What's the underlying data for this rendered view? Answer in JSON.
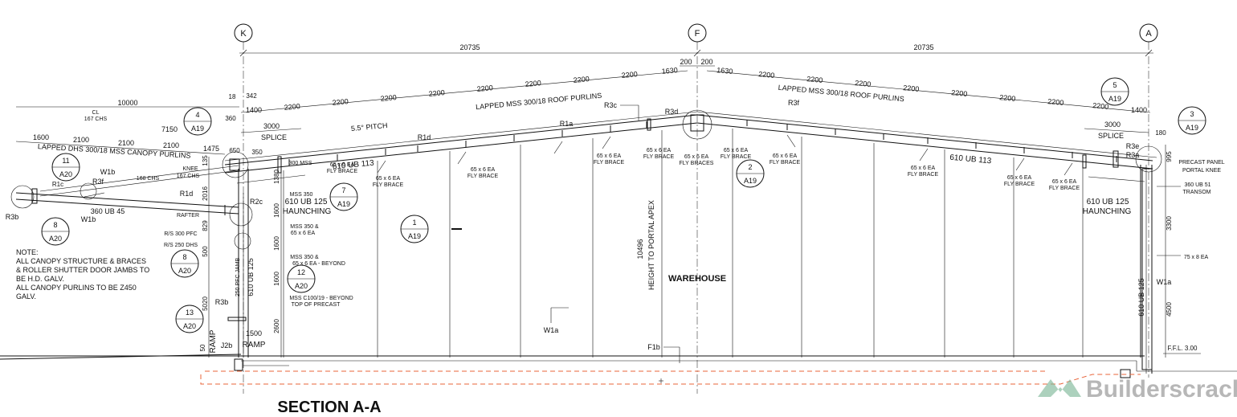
{
  "grids": [
    "K",
    "F",
    "A"
  ],
  "dimensions": {
    "span_left": "20735",
    "span_right": "20735",
    "apex_left": "200",
    "apex_right": "200",
    "canopy": "10000",
    "purlin_spacing": "2200",
    "end_left": "1630",
    "end_right": "1630",
    "d1400_left": "1400",
    "d1400_right": "1400",
    "d18": "18",
    "d342": "342",
    "d360": "360",
    "d3000_left": "3000",
    "d3000_right": "3000",
    "d7150": "7150",
    "d1600_top": "1600",
    "d2100": "2100",
    "d1475": "1475",
    "d650": "650",
    "d350": "350",
    "d135": "135",
    "d1380": "1380",
    "d2016": "2016",
    "d829": "829",
    "d500": "500",
    "d1600_a": "1600",
    "d1600_b": "1600",
    "d1600_c": "1600",
    "d5020": "5020",
    "d50": "50",
    "d1500": "1500",
    "d2600": "2600",
    "d180": "180",
    "d995": "995",
    "d3300": "3300",
    "d4500": "4500",
    "d10496": "10496"
  },
  "labels": {
    "cl": "CL",
    "chs167": "167 CHS",
    "chs168": "168 CHS",
    "chs167b": "167 CHS",
    "purlins_left": "LAPPED MSS 300/18 ROOF PURLINS",
    "purlins_right": "LAPPED MSS 300/18 ROOF PURLINS",
    "canopy_purlins": "LAPPED DHS 300/18 MSS CANOPY PURLINS",
    "splice_left": "SPLICE",
    "splice_right": "SPLICE",
    "pitch": "5.5° PITCH",
    "ub113_left": "610 UB 113",
    "ub113_right": "610 UB 113",
    "ub45": "360 UB 45",
    "haunch_left_1": "610 UB 125",
    "haunch_left_2": "HAUNCHING",
    "haunch_right_1": "610 UB 125",
    "haunch_right_2": "HAUNCHING",
    "knee": "KNEE",
    "rafter": "RAFTER",
    "mss300": "300 MSS",
    "mss350": "MSS 350",
    "mss350b_1": "MSS 350 &",
    "mss350b_2": "65 x 6 EA",
    "mss350c_1": "MSS 350 &",
    "mss350c_2": "65 x 6 EA - BEYOND",
    "mssc_1": "MSS C100/19 - BEYOND",
    "mssc_2": "TOP OF PRECAST",
    "rs300": "R/S 300 PFC",
    "rs250": "R/S 250 DHS",
    "ub125_col_left": "610 UB 125",
    "ub125_col_right": "610 UB 125",
    "pfc_jamb": "250 PFC JAMB",
    "ramp_1": "RAMP",
    "ramp_2": "RAMP",
    "height_apex": "HEIGHT TO PORTAL APEX",
    "warehouse": "WAREHOUSE",
    "precast_1": "PRECAST PANEL",
    "precast_2": "PORTAL KNEE",
    "transom_1": "360 UB 51",
    "transom_2": "TRANSOM",
    "ea75": "75 x 8 EA",
    "ffl": "F.F.L. 3.00",
    "section_title": "SECTION A-A",
    "watermark": "Builderscrack"
  },
  "fly_brace": {
    "line1": "65 x 6 EA",
    "line2": "FLY BRACE",
    "line2_plural": "FLY BRACES"
  },
  "members": {
    "r1c": "R1c",
    "r3f_left": "R3f",
    "w1b_a": "W1b",
    "w1b_b": "W1b",
    "r3b_left": "R3b",
    "r1d_a": "R1d",
    "r1d_b": "R1d",
    "r2c": "R2c",
    "r3b_col": "R3b",
    "j2b": "J2b",
    "r1a": "R1a",
    "r3c": "R3c",
    "r3d": "R3d",
    "r3f_right": "R3f",
    "r3e": "R3e",
    "r3a": "R3a",
    "w1a_mid": "W1a",
    "w1a_right": "W1a",
    "f1b": "F1b"
  },
  "callouts": [
    {
      "num": "4",
      "ref": "A19"
    },
    {
      "num": "11",
      "ref": "A20"
    },
    {
      "num": "8",
      "ref": "A20"
    },
    {
      "num": "7",
      "ref": "A19"
    },
    {
      "num": "1",
      "ref": "A19"
    },
    {
      "num": "8",
      "ref": "A20"
    },
    {
      "num": "12",
      "ref": "A20"
    },
    {
      "num": "13",
      "ref": "A20"
    },
    {
      "num": "2",
      "ref": "A19"
    },
    {
      "num": "5",
      "ref": "A19"
    },
    {
      "num": "3",
      "ref": "A19"
    }
  ],
  "note": {
    "l1": "NOTE:",
    "l2": "ALL CANOPY STRUCTURE & BRACES",
    "l3": "& ROLLER SHUTTER DOOR JAMBS TO",
    "l4": "BE H.D. GALV.",
    "l5": "ALL CANOPY PURLINS TO BE Z450",
    "l6": "GALV."
  }
}
